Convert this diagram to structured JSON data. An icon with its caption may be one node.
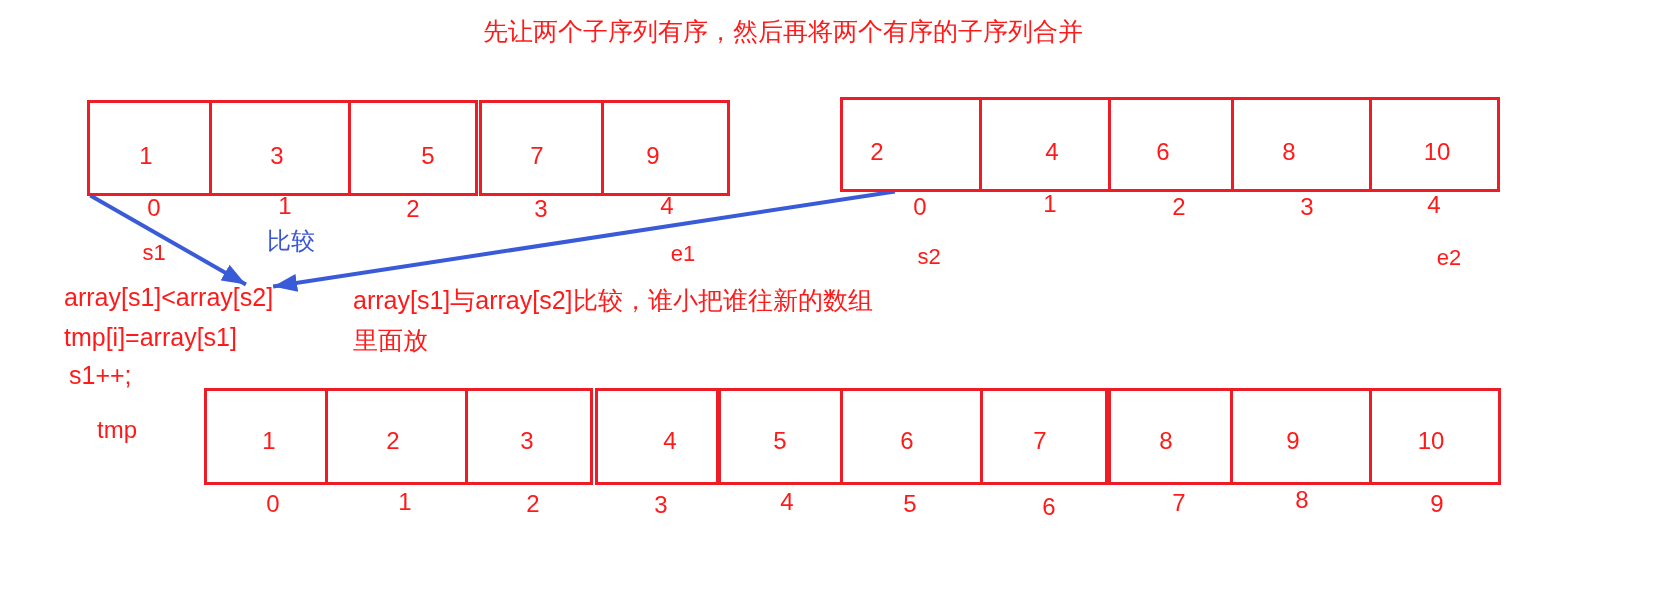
{
  "diagram": {
    "title": "先让两个子序列有序，然后再将两个有序的子序列合并",
    "nodes": [
      {
        "text": [
          "1"
        ],
        "beside": [
          "0"
        ]
      },
      {
        "text": [
          "3"
        ],
        "beside": [
          "1"
        ]
      },
      {
        "text": [
          "5"
        ],
        "beside": [
          "2"
        ]
      },
      {
        "text": [
          "7"
        ],
        "beside": [
          "3"
        ]
      },
      {
        "text": [
          "9"
        ],
        "beside": [
          "4"
        ]
      },
      {
        "text": [
          "2"
        ],
        "beside": [
          "0"
        ]
      },
      {
        "text": [
          "4"
        ],
        "beside": [
          "1"
        ]
      },
      {
        "text": [
          "6"
        ],
        "beside": [
          "2"
        ]
      },
      {
        "text": [
          "8"
        ],
        "beside": [
          "3"
        ]
      },
      {
        "text": [
          "10"
        ],
        "beside": [
          "4"
        ]
      },
      {
        "text": [
          "array[s1]<array[s2]"
        ]
      },
      {
        "text": [
          "1"
        ],
        "beside": [
          "0"
        ]
      },
      {
        "text": [
          "2"
        ],
        "beside": [
          "1"
        ]
      },
      {
        "text": [
          "3"
        ],
        "beside": [
          "2"
        ]
      },
      {
        "text": [
          "4"
        ],
        "beside": [
          "3"
        ]
      },
      {
        "text": [
          "5"
        ],
        "beside": [
          "4"
        ]
      },
      {
        "text": [
          "6"
        ],
        "beside": [
          "5"
        ]
      },
      {
        "text": [
          "7"
        ],
        "beside": [
          "6"
        ]
      },
      {
        "text": [
          "8"
        ],
        "beside": [
          "7"
        ]
      },
      {
        "text": [
          "9"
        ],
        "beside": [
          "8"
        ]
      },
      {
        "text": [
          "10"
        ],
        "beside": [
          "9"
        ]
      }
    ],
    "edges": [
      {
        "from": 0,
        "to": 10,
        "arrow": "to"
      },
      {
        "from": 5,
        "to": 10,
        "arrow": "to"
      }
    ],
    "labels": [
      "s1",
      "比较",
      "e1",
      "s2",
      "e2",
      "array[s1]与array[s2]比较，谁小把谁往新的数组里面放",
      "tmp[i]=array[s1]",
      "s1++;",
      "tmp"
    ]
  }
}
